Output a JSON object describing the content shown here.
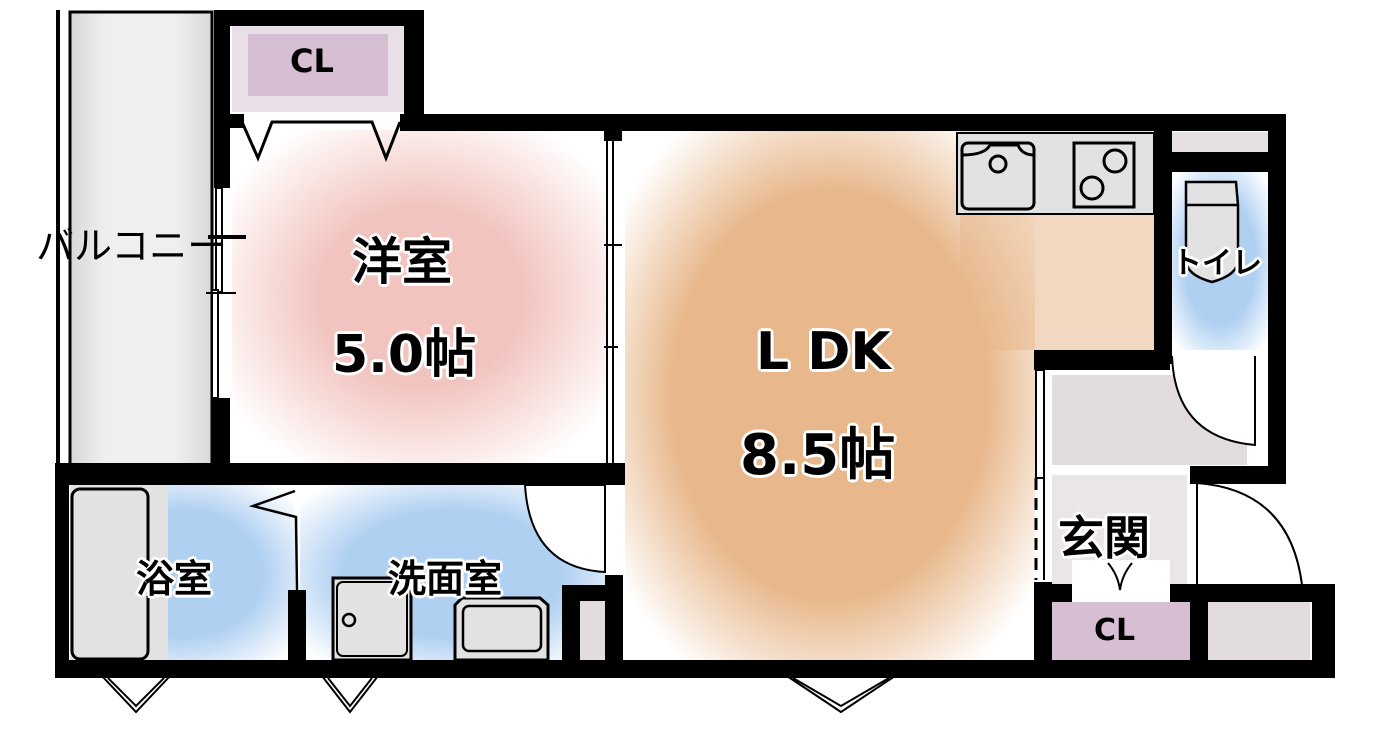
{
  "floor_plan": {
    "rooms": [
      {
        "id": "western-room",
        "name": "洋室",
        "size": "5.0帖",
        "color": "#f2c4bf"
      },
      {
        "id": "ldk",
        "name": "L DK",
        "size": "8.5帖",
        "color": "#e8b88c"
      },
      {
        "id": "toilet",
        "name": "トイレ",
        "color": "#b0d0f2"
      },
      {
        "id": "entrance",
        "name": "玄関",
        "color": "#e2dcdc"
      },
      {
        "id": "bathroom",
        "name": "浴室",
        "color": "#b0d0f2"
      },
      {
        "id": "washroom",
        "name": "洗面室",
        "color": "#b0d0f2"
      },
      {
        "id": "balcony",
        "name": "バルコニー",
        "color": "#ececec"
      },
      {
        "id": "closet-top",
        "name": "CL",
        "color": "#d6bfd2"
      },
      {
        "id": "closet-entrance",
        "name": "CL",
        "color": "#d6bfd2"
      }
    ],
    "fixtures": [
      "kitchen-sink",
      "stove",
      "toilet-bowl",
      "bathtub",
      "washing-machine",
      "wash-basin"
    ]
  }
}
